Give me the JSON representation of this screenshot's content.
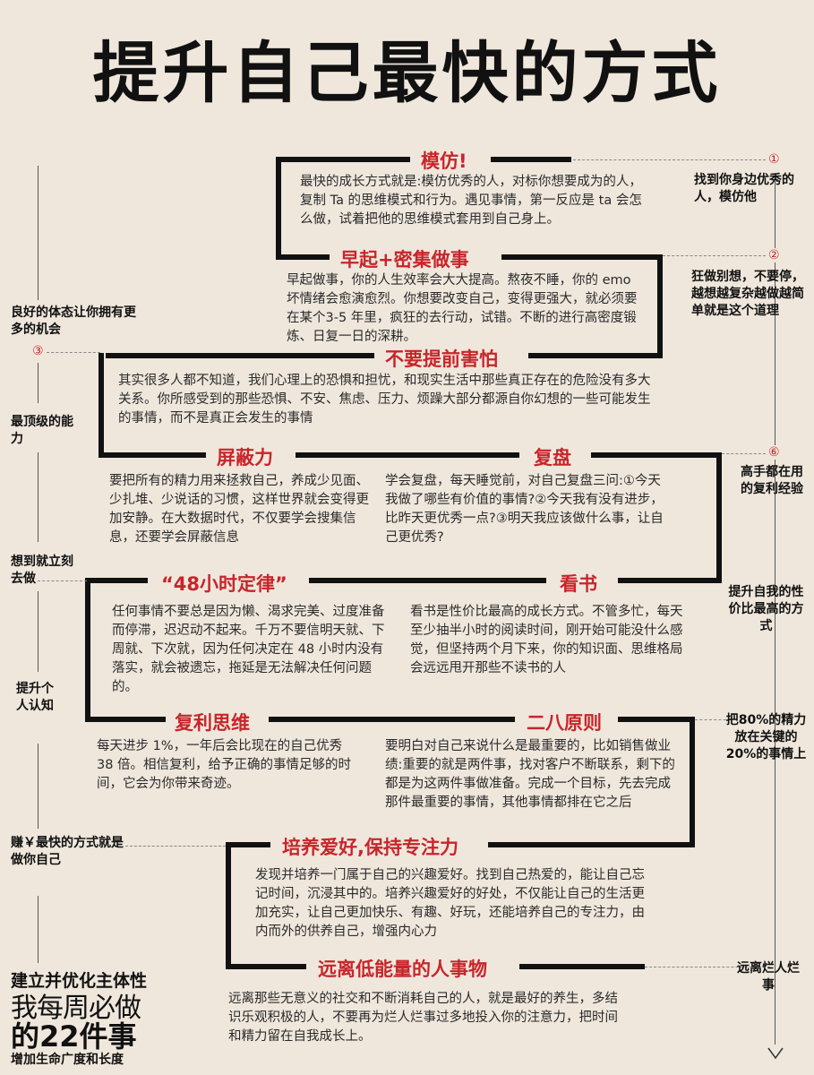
{
  "title": "提升自己最快的方式",
  "sections": {
    "s1": {
      "heading": "模仿!",
      "text": "最快的成长方式就是:模仿优秀的人，对标你想要成为的人，复制 Ta 的思维模式和行为。遇见事情，第一反应是 ta 会怎么做，试着把他的思维模式套用到自己身上。"
    },
    "s2": {
      "heading": "早起+密集做事",
      "text": "早起做事，你的人生效率会大大提高。熬夜不睡，你的 emo 坏情绪会愈演愈烈。你想要改变自己，变得更强大，就必须要在某个3-5 年里，疯狂的去行动，试错。不断的进行高密度锻炼、日复一日的深耕。"
    },
    "s3": {
      "heading": "不要提前害怕",
      "text": "其实很多人都不知道，我们心理上的恐惧和担忧，和现实生活中那些真正存在的危险没有多大关系。你所感受到的那些恐惧、不安、焦虑、压力、烦躁大部分都源自你幻想的一些可能发生的事情，而不是真正会发生的事情"
    },
    "s4": {
      "heading": "屏蔽力",
      "text": "要把所有的精力用来拯救自己，养成少见面、少扎堆、少说话的习惯，这样世界就会变得更加安静。在大数据时代，不仅要学会搜集信息，还要学会屏蔽信息"
    },
    "s5": {
      "heading": "复盘",
      "text": "学会复盘，每天睡觉前，对自己复盘三问:①今天我做了哪些有价值的事情?②今天我有没有进步，比昨天更优秀一点?③明天我应该做什么事，让自己更优秀?"
    },
    "s6": {
      "heading": "“48小时定律”",
      "text": "任何事情不要总是因为懒、渴求完美、过度准备而停滞，迟迟动不起来。千万不要信明天就、下周就、下次就，因为任何决定在 48 小时内没有落实，就会被遗忘，拖延是无法解决任何问题的。"
    },
    "s7": {
      "heading": "看书",
      "text": "看书是性价比最高的成长方式。不管多忙，每天至少抽半小时的阅读时间，刚开始可能没什么感觉，但坚持两个月下来，你的知识面、思维格局会远远甩开那些不读书的人"
    },
    "s8": {
      "heading": "复利思维",
      "text": "每天进步 1%，一年后会比现在的自己优秀 38 倍。相信复利，给予正确的事情足够的时间，它会为你带来奇迹。"
    },
    "s9": {
      "heading": "二八原则",
      "text": "要明白对自己来说什么是最重要的，比如销售做业绩:重要的就是两件事，找对客户不断联系，剩下的都是为这两件事做准备。完成一个目标，先去完成那件最重要的事情，其他事情都排在它之后"
    },
    "s10": {
      "heading": "培养爱好,保持专注力",
      "text": "发现并培养一门属于自己的兴趣爱好。找到自己热爱的，能让自己忘记时间，沉浸其中的。培养兴趣爱好的好处，不仅能让自己的生活更加充实，让自己更加快乐、有趣、好玩，还能培养自己的专注力，由内而外的供养自己，增强内心力"
    },
    "s11": {
      "heading": "远离低能量的人事物",
      "text": "远离那些无意义的社交和不断消耗自己的人，就是最好的养生，多结识乐观积极的人，不要再为烂人烂事过多地投入你的注意力，把时间和精力留在自我成长上。"
    }
  },
  "right_notes": {
    "n1_num": "①",
    "n1": "找到你身边优秀的人，模仿他",
    "n2_num": "②",
    "n2": "狂做别想，不要停，越想越复杂越做越简单就是这个道理",
    "n6_num": "⑥",
    "n6": "高手都在用的复利经验",
    "n7": "提升自我的性价比最高的方式",
    "n8": "把80%的精力放在关键的 20%的事情上",
    "n11": "远离烂人烂事"
  },
  "left_notes": {
    "l1": "良好的体态让你拥有更多的机会",
    "l3_num": "③",
    "l3": "最顶级的能力",
    "l4": "想到就立刻去做",
    "l5": "提升个人认知",
    "l6": "赚￥最快的方式就是做你自己"
  },
  "footer": {
    "line1": "建立并优化主体性",
    "line2": "我每周必做",
    "line3": "的22件事",
    "line4": "增加生命广度和长度"
  }
}
